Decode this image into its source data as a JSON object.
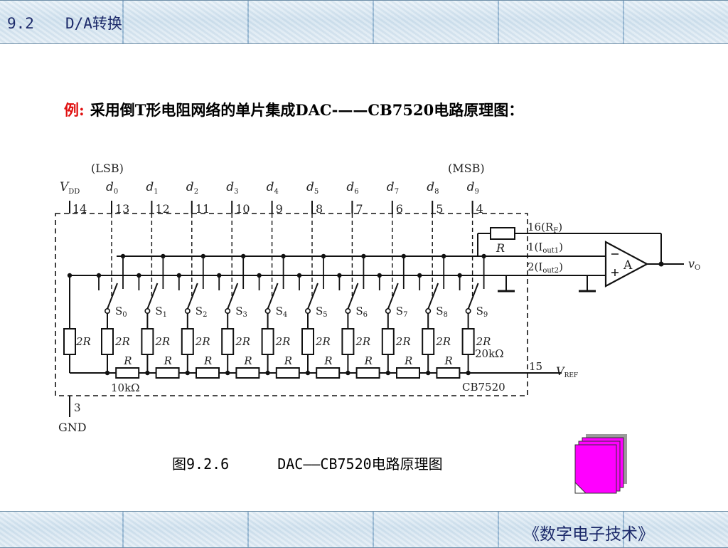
{
  "header": {
    "section": "9.2",
    "topic": "D/A转换"
  },
  "footer": {
    "book": "《数字电子技术》"
  },
  "example": {
    "label": "例:",
    "text": "采用倒T形电阻网络的单片集成DAC-——CB7520电路原理图："
  },
  "caption": {
    "figure": "图9.2.6",
    "title": "DAC——CB7520电路原理图"
  },
  "circuit": {
    "lsb": "(LSB)",
    "msb": "(MSB)",
    "vdd": "V",
    "vdd_sub": "DD",
    "vdd_pin": "14",
    "data_bits": [
      "d0",
      "d1",
      "d2",
      "d3",
      "d4",
      "d5",
      "d6",
      "d7",
      "d8",
      "d9"
    ],
    "bit_pins": [
      "13",
      "12",
      "11",
      "10",
      "9",
      "8",
      "7",
      "6",
      "5",
      "4"
    ],
    "switches": [
      "S0",
      "S1",
      "S2",
      "S3",
      "S4",
      "S5",
      "S6",
      "S7",
      "S8",
      "S9"
    ],
    "rf_pin": "16(R",
    "rf_sub": "F",
    "iout1_pin": "1(I",
    "iout1_sub": "out1",
    "iout2_pin": "2(I",
    "iout2_sub": "out2",
    "vref_pin": "15",
    "vref": "V",
    "vref_sub": "REF",
    "gnd_pin": "3",
    "gnd": "GND",
    "chip": "CB7520",
    "r_label": "R",
    "r2_label": "2R",
    "r_value": "10kΩ",
    "r2_value": "20kΩ",
    "amp": "A",
    "output": "v",
    "output_sub": "O"
  },
  "colors": {
    "nav_icon": "#ff00ff",
    "title_text": "#1c2a6a",
    "example_label": "#e01010"
  }
}
